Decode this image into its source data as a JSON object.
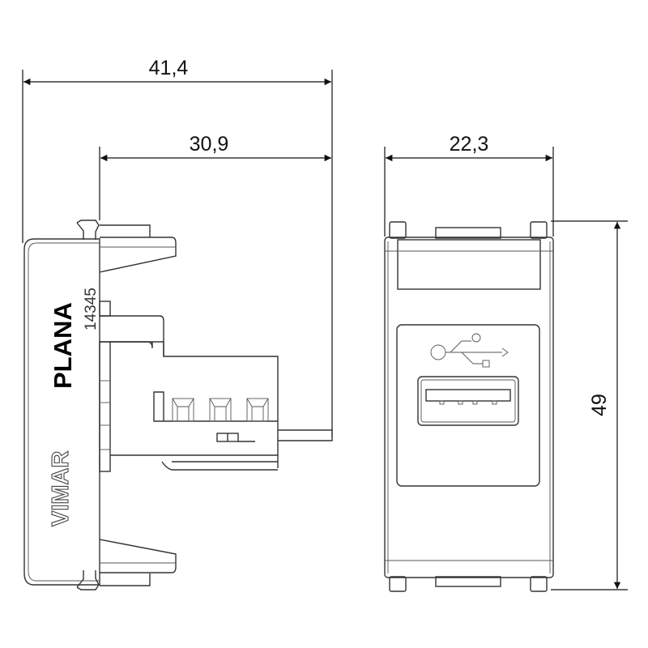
{
  "dimensions": {
    "overall_depth": "41,4",
    "rear_depth": "30,9",
    "width": "22,3",
    "height": "49"
  },
  "side_view": {
    "product_line": "PLANA",
    "article_code": "14345",
    "brand": "VIMAR"
  },
  "front_view": {
    "icon": "usb-icon",
    "socket": "usb-type-a-socket"
  }
}
